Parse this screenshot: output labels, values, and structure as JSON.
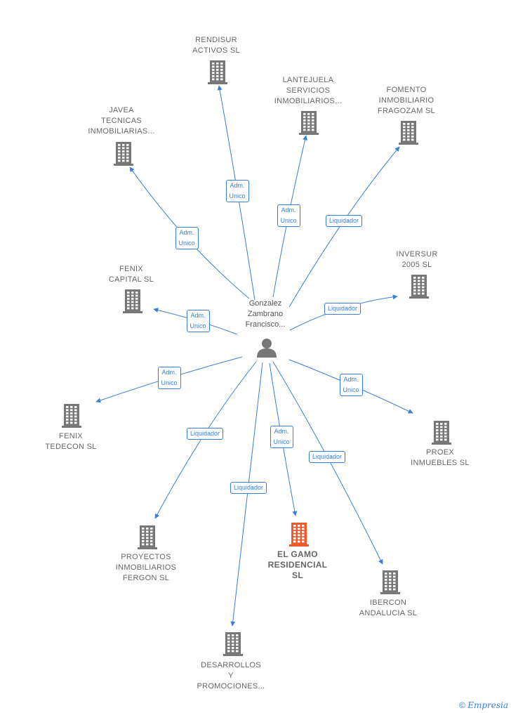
{
  "center": {
    "name_lines": [
      "Gonzalez",
      "Zambrano",
      "Francisco..."
    ],
    "icon": "person-icon"
  },
  "colors": {
    "edge": "#3a7fd5",
    "building": "#777777",
    "building_main": "#f05a28"
  },
  "companies": [
    {
      "id": "rendisur",
      "lines": [
        "RENDISUR",
        "ACTIVOS  SL"
      ],
      "icon": "building-icon"
    },
    {
      "id": "lantejuela",
      "lines": [
        "LANTEJUELA",
        "SERVICIOS",
        "INMOBILIARIOS..."
      ],
      "icon": "building-icon"
    },
    {
      "id": "fomento",
      "lines": [
        "FOMENTO",
        "INMOBILIARIO",
        "FRAGOZAM  SL"
      ],
      "icon": "building-icon"
    },
    {
      "id": "javea",
      "lines": [
        "JAVEA",
        "TECNICAS",
        "INMOBILIARIAS..."
      ],
      "icon": "building-icon"
    },
    {
      "id": "inversur",
      "lines": [
        "INVERSUR",
        "2005  SL"
      ],
      "icon": "building-icon"
    },
    {
      "id": "fenix_capital",
      "lines": [
        "FENIX",
        "CAPITAL SL"
      ],
      "icon": "building-icon"
    },
    {
      "id": "fenix_tedecon",
      "lines": [
        "FENIX",
        "TEDECON SL"
      ],
      "icon": "building-icon"
    },
    {
      "id": "proex",
      "lines": [
        "PROEX",
        "INMUEBLES SL"
      ],
      "icon": "building-icon"
    },
    {
      "id": "proyectos",
      "lines": [
        "PROYECTOS",
        "INMOBILIARIOS",
        "FERGON  SL"
      ],
      "icon": "building-icon"
    },
    {
      "id": "el_gamo",
      "lines": [
        "EL GAMO",
        "RESIDENCIAL",
        "SL"
      ],
      "icon": "building-icon",
      "highlight": true
    },
    {
      "id": "ibercon",
      "lines": [
        "IBERCON",
        "ANDALUCIA SL"
      ],
      "icon": "building-icon"
    },
    {
      "id": "desarrollos",
      "lines": [
        "DESARROLLOS",
        "Y",
        "PROMOCIONES..."
      ],
      "icon": "building-icon"
    }
  ],
  "edges": [
    {
      "to": "rendisur",
      "lines": [
        "Adm.",
        "Unico"
      ]
    },
    {
      "to": "lantejuela",
      "lines": [
        "Adm.",
        "Unico"
      ]
    },
    {
      "to": "fomento",
      "lines": [
        "Liquidador"
      ]
    },
    {
      "to": "javea",
      "lines": [
        "Adm.",
        "Unico"
      ]
    },
    {
      "to": "inversur",
      "lines": [
        "Liquidador"
      ]
    },
    {
      "to": "fenix_capital",
      "lines": [
        "Adm.",
        "Unico"
      ]
    },
    {
      "to": "fenix_tedecon",
      "lines": [
        "Adm.",
        "Unico"
      ]
    },
    {
      "to": "proex",
      "lines": [
        "Adm.",
        "Unico"
      ]
    },
    {
      "to": "proyectos",
      "lines": [
        "Liquidador"
      ]
    },
    {
      "to": "el_gamo",
      "lines": [
        "Adm.",
        "Unico"
      ]
    },
    {
      "to": "ibercon",
      "lines": [
        "Liquidador"
      ]
    },
    {
      "to": "desarrollos",
      "lines": [
        "Liquidador"
      ]
    }
  ],
  "footer": {
    "copyright_symbol": "©",
    "brand": "Empresia"
  }
}
